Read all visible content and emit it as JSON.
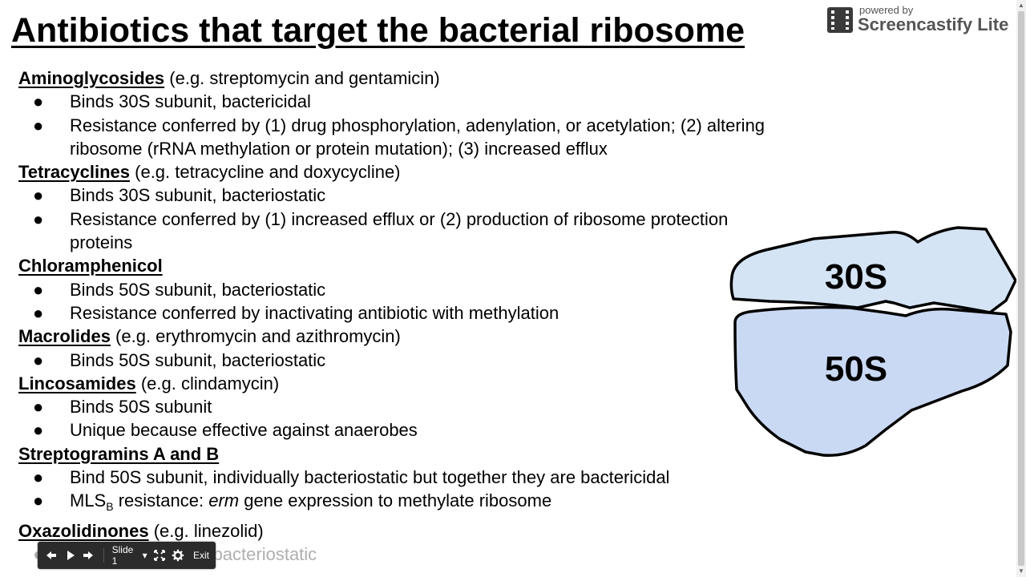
{
  "slide": {
    "title": "Antibiotics that target the bacterial ribosome",
    "sections": [
      {
        "name": "Aminoglycosides",
        "example": " (e.g. streptomycin and gentamicin)",
        "bullets": [
          "Binds 30S subunit, bactericidal",
          "Resistance conferred by (1) drug phosphorylation, adenylation, or acetylation; (2) altering ribosome (rRNA methylation or protein mutation); (3) increased efflux"
        ]
      },
      {
        "name": "Tetracyclines",
        "example": " (e.g. tetracycline and doxycycline)",
        "bullets": [
          "Binds 30S subunit, bacteriostatic",
          "Resistance conferred by (1) increased efflux or (2) production of ribosome protection proteins"
        ]
      },
      {
        "name": "Chloramphenicol",
        "example": "",
        "bullets": [
          "Binds 50S subunit, bacteriostatic",
          "Resistance conferred by inactivating antibiotic with methylation"
        ]
      },
      {
        "name": "Macrolides",
        "example": " (e.g. erythromycin and azithromycin)",
        "bullets": [
          "Binds 50S subunit, bacteriostatic"
        ]
      },
      {
        "name": "Lincosamides",
        "example": " (e.g. clindamycin)",
        "bullets": [
          "Binds 50S subunit",
          "Unique because effective against anaerobes"
        ]
      },
      {
        "name": "Streptogramins A and B",
        "example": "",
        "bullets": [
          "Bind 50S subunit, individually bacteriostatic but together they are bactericidal"
        ],
        "mls_bullet": {
          "prefix": "MLS",
          "subscript": "B",
          "middle": " resistance: ",
          "italic": "erm",
          "suffix": " gene expression to methylate ribosome"
        }
      },
      {
        "name": "Oxazolidinones",
        "example": " (e.g. linezolid)",
        "bullets": [
          "Bind 50S subunit, bacteriostatic"
        ]
      }
    ],
    "bullet_glyph": "●"
  },
  "ribosome": {
    "small_label": "30S",
    "large_label": "50S",
    "small_color": "#d4e4f5",
    "large_color": "#cad9f3",
    "stroke_color": "#000000"
  },
  "watermark": {
    "small_text": "powered by",
    "brand_text": "Screencastify Lite"
  },
  "toolbar": {
    "slide_label": "Slide 1",
    "exit_label": "Exit",
    "dropdown_glyph": "▾"
  },
  "scrollbar": {
    "up_glyph": "▲",
    "down_glyph": "▼"
  }
}
